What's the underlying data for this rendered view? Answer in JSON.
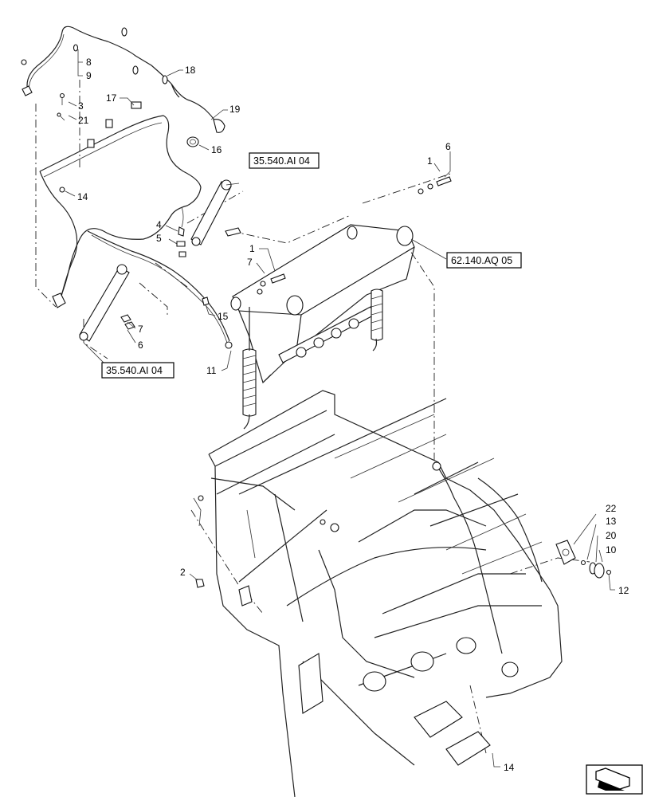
{
  "callouts": [
    {
      "id": "c8",
      "text": "8"
    },
    {
      "id": "c9",
      "text": "9"
    },
    {
      "id": "c18",
      "text": "18"
    },
    {
      "id": "c3",
      "text": "3"
    },
    {
      "id": "c17",
      "text": "17"
    },
    {
      "id": "c21",
      "text": "21"
    },
    {
      "id": "c19",
      "text": "19"
    },
    {
      "id": "c16",
      "text": "16"
    },
    {
      "id": "c6a",
      "text": "6"
    },
    {
      "id": "c1a",
      "text": "1"
    },
    {
      "id": "c14a",
      "text": "14"
    },
    {
      "id": "c4",
      "text": "4"
    },
    {
      "id": "c5",
      "text": "5"
    },
    {
      "id": "c1b",
      "text": "1"
    },
    {
      "id": "c7a",
      "text": "7"
    },
    {
      "id": "c15",
      "text": "15"
    },
    {
      "id": "c7b",
      "text": "7"
    },
    {
      "id": "c6b",
      "text": "6"
    },
    {
      "id": "c11",
      "text": "11"
    },
    {
      "id": "c2",
      "text": "2"
    },
    {
      "id": "c22",
      "text": "22"
    },
    {
      "id": "c13",
      "text": "13"
    },
    {
      "id": "c20",
      "text": "20"
    },
    {
      "id": "c10",
      "text": "10"
    },
    {
      "id": "c12",
      "text": "12"
    },
    {
      "id": "c14b",
      "text": "14"
    }
  ],
  "references": [
    {
      "id": "ref-top",
      "text": "35.540.AI 04"
    },
    {
      "id": "ref-right",
      "text": "62.140.AQ 05"
    },
    {
      "id": "ref-bottom",
      "text": "35.540.AI 04"
    }
  ],
  "nav_icon": "next-page-arrow-icon"
}
